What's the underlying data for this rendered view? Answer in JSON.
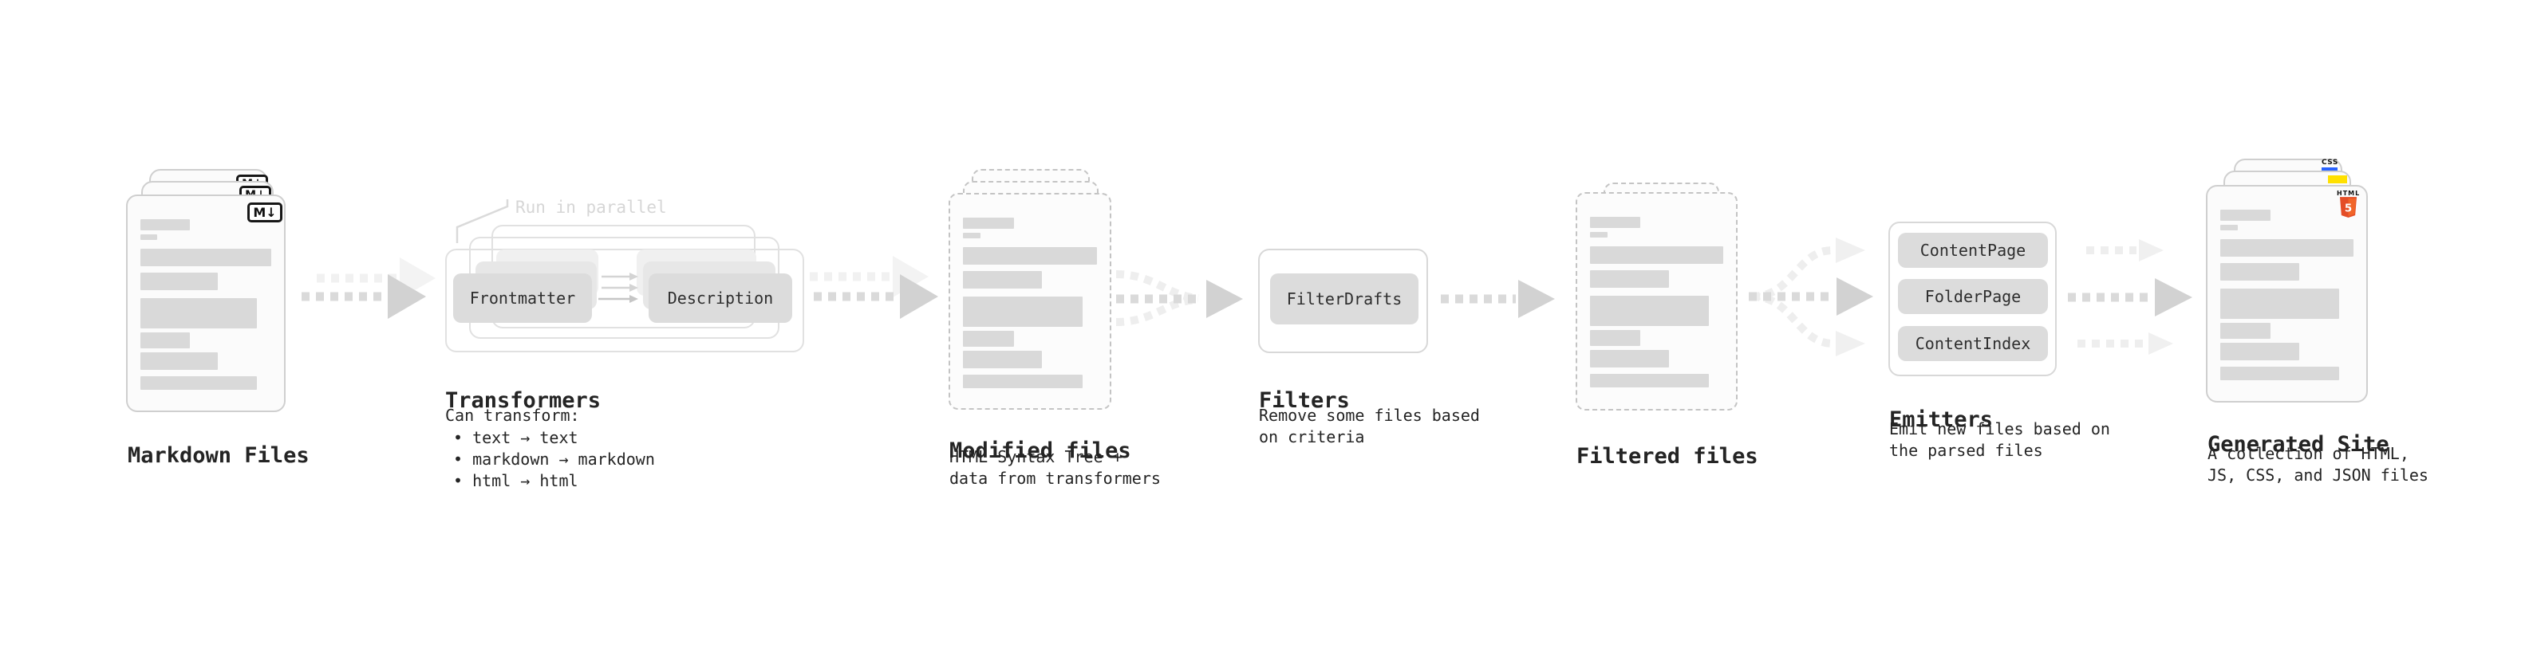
{
  "stages": {
    "markdown_files": {
      "label": "Markdown Files",
      "badge": "M↓"
    },
    "transformers": {
      "annotation": "Run in parallel",
      "nodes": [
        "Frontmatter",
        "Description"
      ],
      "title": "Transformers",
      "subtitle_heading": "Can transform:",
      "bullets": [
        "text → text",
        "markdown → markdown",
        "html → html"
      ]
    },
    "modified_files": {
      "title": "Modified files",
      "subtitle": "HTML Syntax Tree +\ndata from transformers"
    },
    "filters": {
      "nodes": [
        "FilterDrafts"
      ],
      "title": "Filters",
      "subtitle": "Remove some files based\non criteria"
    },
    "filtered_files": {
      "title": "Filtered files"
    },
    "emitters": {
      "nodes": [
        "ContentPage",
        "FolderPage",
        "ContentIndex"
      ],
      "title": "Emitters",
      "subtitle": "Emit new files based on\nthe parsed files"
    },
    "generated_site": {
      "title": "Generated Site",
      "subtitle": "A collection of HTML,\nJS, CSS, and JSON files",
      "badges": {
        "html": "HTML",
        "html_number": "5",
        "css": "CSS"
      }
    }
  },
  "colors": {
    "html5_shield": "#e44d26",
    "html5_shield_light": "#f16529",
    "js_badge": "#ffe000",
    "css_badge": "#2962ff",
    "doc_line": "#d9d9d9",
    "node_fill": "#dcdcdc",
    "arrow": "#dadada",
    "text": "#242424"
  }
}
